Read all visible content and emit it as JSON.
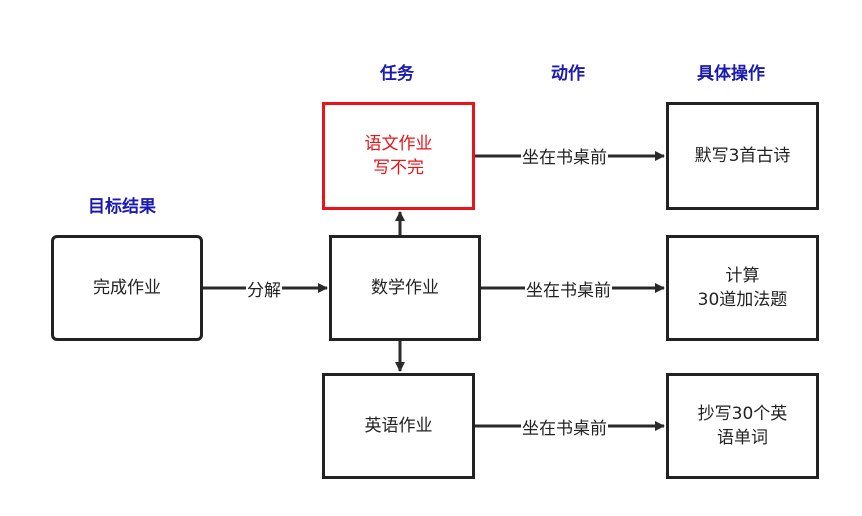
{
  "headers": {
    "goal": "目标结果",
    "task": "任务",
    "action": "动作",
    "operation": "具体操作"
  },
  "nodes": {
    "goal": {
      "lines": [
        "完成作业"
      ]
    },
    "chinese": {
      "lines": [
        "语文作业",
        "写不完"
      ]
    },
    "math": {
      "lines": [
        "数学作业"
      ]
    },
    "english": {
      "lines": [
        "英语作业"
      ]
    },
    "op_chinese": {
      "lines": [
        "默写3首古诗"
      ]
    },
    "op_math": {
      "lines": [
        "计算",
        "30道加法题"
      ]
    },
    "op_english": {
      "lines": [
        "抄写30个英",
        "语单词"
      ]
    }
  },
  "edges": {
    "decompose": "分解",
    "action_chinese": "坐在书桌前",
    "action_math": "坐在书桌前",
    "action_english": "坐在书桌前"
  },
  "colors": {
    "highlight": "#e8141a",
    "header": "#1a1ab0",
    "stroke": "#222222"
  }
}
